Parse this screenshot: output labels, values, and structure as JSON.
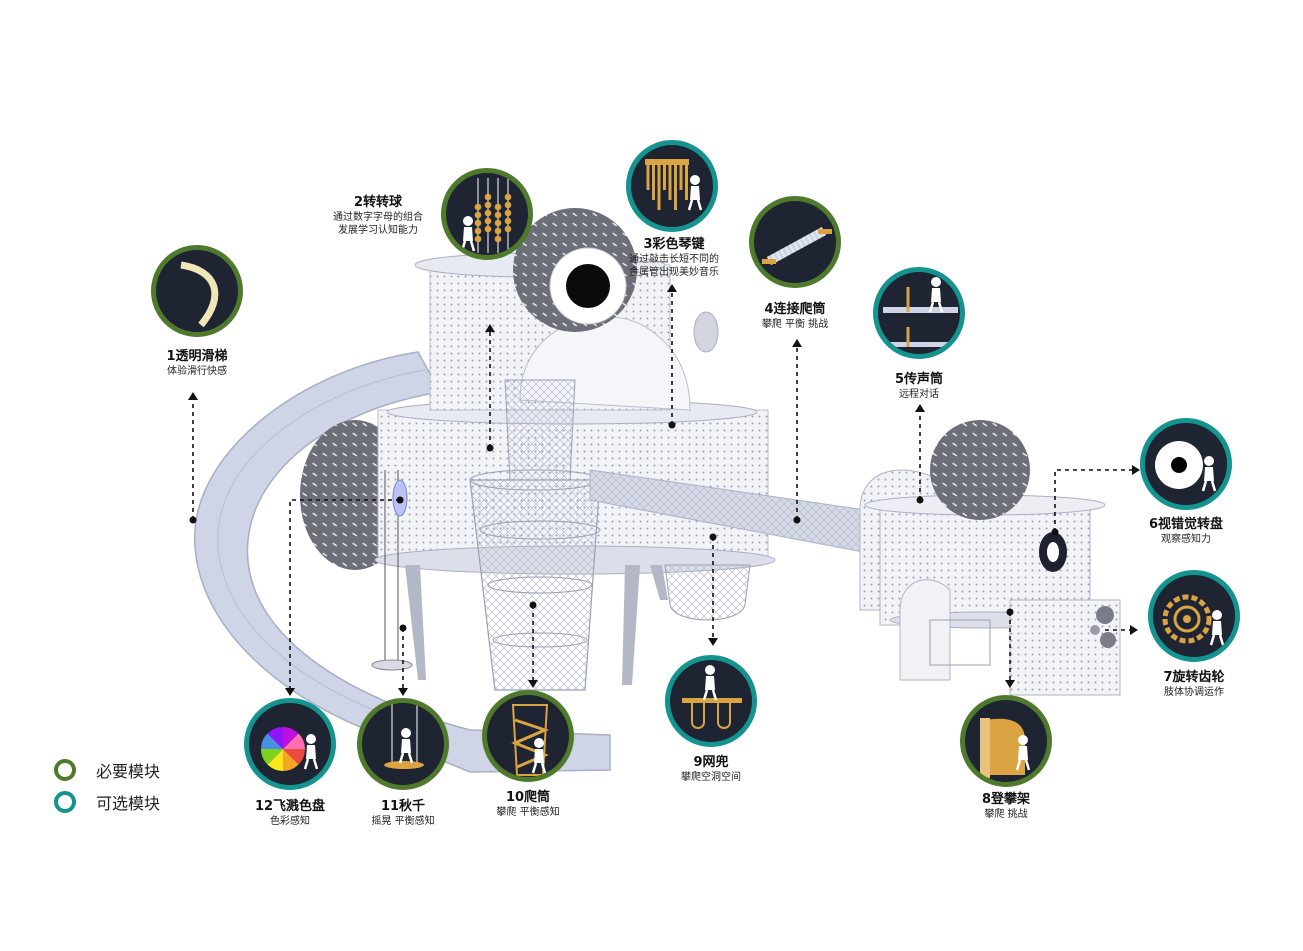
{
  "modules": [
    {
      "id": "m1",
      "title": "1透明滑梯",
      "desc": [
        "体验滑行快感"
      ],
      "kind": "required",
      "icon": "slide-icon"
    },
    {
      "id": "m2",
      "title": "2转转球",
      "desc": [
        "通过数字字母的组合",
        "发展学习认知能力"
      ],
      "kind": "required",
      "icon": "abacus-icon"
    },
    {
      "id": "m3",
      "title": "3彩色琴键",
      "desc": [
        "通过敲击长短不同的",
        "金属管出现美妙音乐"
      ],
      "kind": "optional",
      "icon": "chimes-icon"
    },
    {
      "id": "m4",
      "title": "4连接爬筒",
      "desc": [
        "攀爬  平衡 挑战"
      ],
      "kind": "required",
      "icon": "tunnel-icon"
    },
    {
      "id": "m5",
      "title": "5传声筒",
      "desc": [
        "远程对话"
      ],
      "kind": "optional",
      "icon": "voice-tube-icon"
    },
    {
      "id": "m6",
      "title": "6视错觉转盘",
      "desc": [
        "观察感知力"
      ],
      "kind": "optional",
      "icon": "illusion-disc-icon"
    },
    {
      "id": "m7",
      "title": "7旋转齿轮",
      "desc": [
        "肢体协调运作"
      ],
      "kind": "optional",
      "icon": "gear-icon"
    },
    {
      "id": "m8",
      "title": "8登攀架",
      "desc": [
        "攀爬  挑战"
      ],
      "kind": "required",
      "icon": "climbing-frame-icon"
    },
    {
      "id": "m9",
      "title": "9网兜",
      "desc": [
        "攀爬空洞空间"
      ],
      "kind": "optional",
      "icon": "net-pocket-icon"
    },
    {
      "id": "m10",
      "title": "10爬筒",
      "desc": [
        "攀爬 平衡感知"
      ],
      "kind": "required",
      "icon": "climbing-tube-icon"
    },
    {
      "id": "m11",
      "title": "11秋千",
      "desc": [
        "摇晃 平衡感知"
      ],
      "kind": "required",
      "icon": "swing-icon"
    },
    {
      "id": "m12",
      "title": "12飞溅色盘",
      "desc": [
        "色彩感知"
      ],
      "kind": "optional",
      "icon": "color-wheel-icon"
    }
  ],
  "legend": [
    {
      "kind": "required",
      "label": "必要模块"
    },
    {
      "kind": "optional",
      "label": "可选模块"
    }
  ],
  "colors": {
    "required_ring": "#4f7a2c",
    "optional_ring": "#13948f",
    "badge_fill": "#1f2433",
    "structure": "#e3e6ef",
    "slide": "#cfd4e6",
    "accent_gold": "#d9a441"
  }
}
